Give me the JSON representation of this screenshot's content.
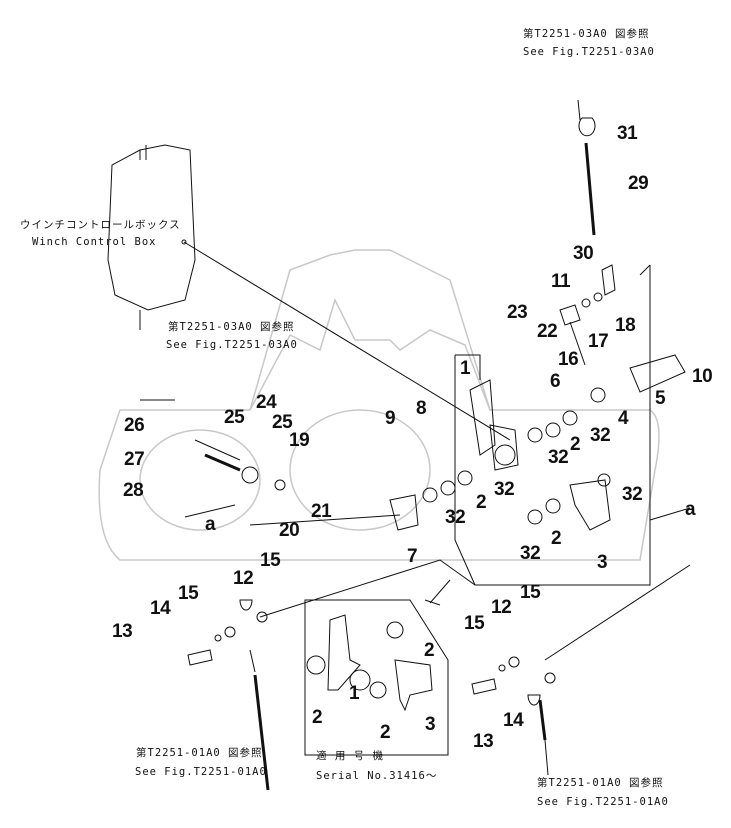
{
  "references": {
    "top_right": {
      "jp": "第T2251-03A0 図参照",
      "en": "See Fig.T2251-03A0"
    },
    "winch_box": {
      "jp": "ウインチコントロールボックス",
      "en": "Winch Control Box"
    },
    "left_mid": {
      "jp": "第T2251-03A0 図参照",
      "en": "See Fig.T2251-03A0"
    },
    "bottom_left": {
      "jp": "第T2251-01A0 図参照",
      "en": "See Fig.T2251-01A0"
    },
    "bottom_right": {
      "jp": "第T2251-01A0 図参照",
      "en": "See Fig.T2251-01A0"
    },
    "serial": {
      "jp": "適 用 号 機",
      "en": "Serial No.31416〜"
    }
  },
  "callouts": [
    "31",
    "29",
    "30",
    "11",
    "18",
    "23",
    "22",
    "17",
    "16",
    "6",
    "10",
    "5",
    "4",
    "1",
    "9",
    "8",
    "32",
    "2",
    "32",
    "32",
    "32",
    "2",
    "32",
    "2",
    "32",
    "3",
    "7",
    "21",
    "20",
    "19",
    "25",
    "24",
    "25",
    "26",
    "27",
    "28",
    "a",
    "a",
    "15",
    "12",
    "15",
    "14",
    "13",
    "15",
    "12",
    "15",
    "14",
    "13",
    "2",
    "1",
    "2",
    "2",
    "3"
  ],
  "colors": {
    "line": "#111111",
    "watermark": "#c8c8c8"
  }
}
